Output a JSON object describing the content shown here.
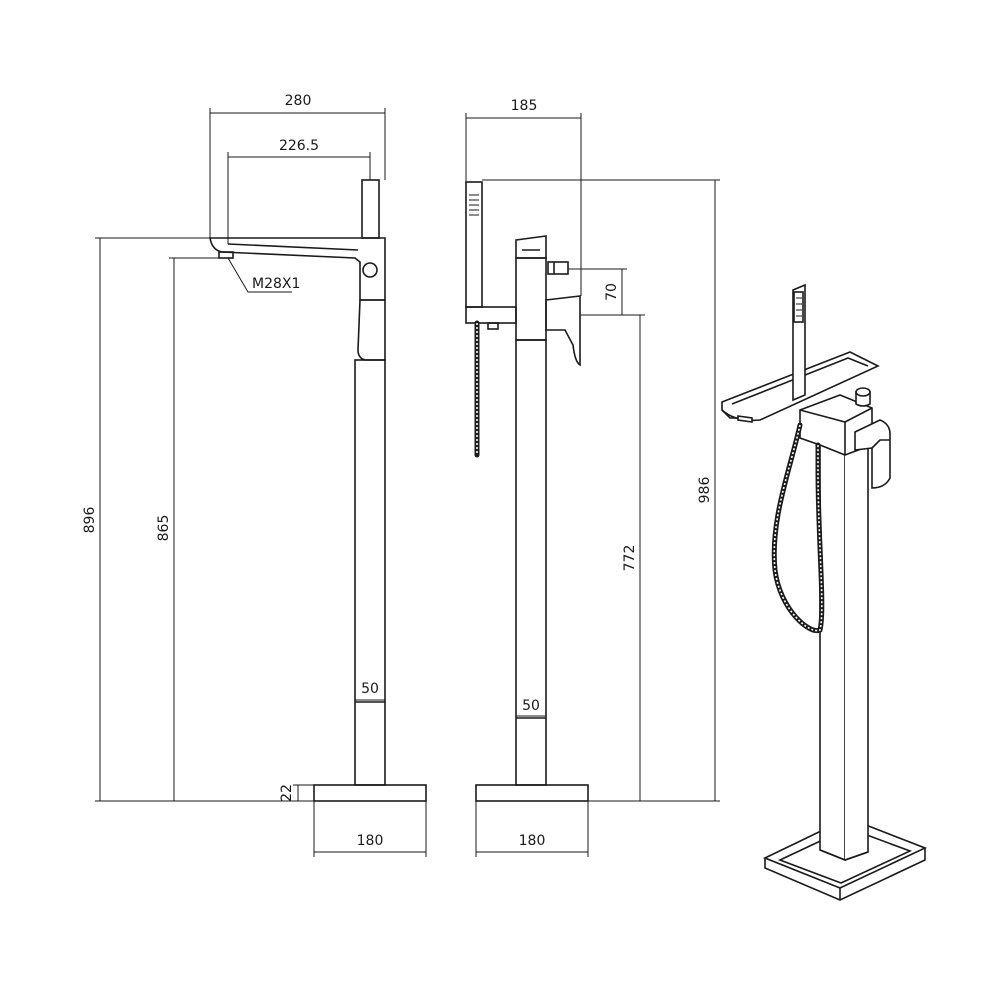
{
  "dimensions": {
    "front_width_total": "280",
    "front_width_spout": "226.5",
    "thread_spec": "M28X1",
    "front_height_total": "896",
    "front_height_spout": "865",
    "front_pipe_width": "50",
    "front_base_height": "22",
    "front_base_width": "180",
    "side_width_total": "185",
    "side_handle_offset": "70",
    "side_height_total": "986",
    "side_height_handle": "772",
    "side_pipe_width": "50",
    "side_base_width": "180"
  }
}
